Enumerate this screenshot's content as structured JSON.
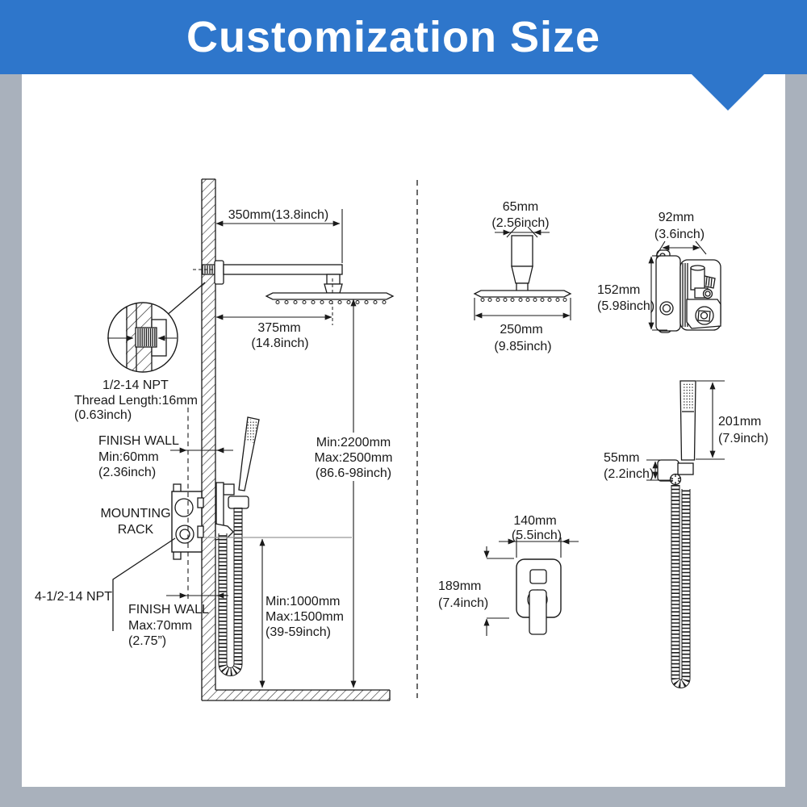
{
  "header": {
    "title": "Customization Size"
  },
  "colors": {
    "banner": "#2e76cb",
    "frame": "#a9b1bc",
    "ink": "#1a1a1a"
  },
  "wall_diagram": {
    "arm_length": "350mm(13.8inch)",
    "head_offset": [
      "375mm",
      "(14.8inch)"
    ],
    "thread_detail": [
      "1/2-14 NPT",
      "Thread Length:16mm",
      "(0.63inch)"
    ],
    "finish_wall_min": [
      "FINISH WALL",
      "Min:60mm",
      "(2.36inch)"
    ],
    "mounting_rack": [
      "MOUNTING",
      "RACK"
    ],
    "npt_connection": "4-1/2-14 NPT",
    "finish_wall_max": [
      "FINISH WALL",
      "Max:70mm",
      "(2.75”)"
    ],
    "head_height_range": [
      "Min:2200mm",
      "Max:2500mm",
      "(86.6-98inch)"
    ],
    "valve_height_range": [
      "Min:1000mm",
      "Max:1500mm",
      "(39-59inch)"
    ]
  },
  "part_diagrams": {
    "ceiling_shower_head": {
      "arm_width": [
        "65mm",
        "(2.56inch)"
      ],
      "head_width": [
        "250mm",
        "(9.85inch)"
      ]
    },
    "rough_in_valve": {
      "width": [
        "92mm",
        "(3.6inch)"
      ],
      "height": [
        "152mm",
        "(5.98inch)"
      ]
    },
    "hand_shower": {
      "wand_length": [
        "201mm",
        "(7.9inch)"
      ],
      "bracket_height": [
        "55mm",
        "(2.2inch)"
      ]
    },
    "valve_trim": {
      "width": [
        "140mm",
        "(5.5inch)"
      ],
      "height": [
        "189mm",
        "(7.4inch)"
      ]
    }
  }
}
